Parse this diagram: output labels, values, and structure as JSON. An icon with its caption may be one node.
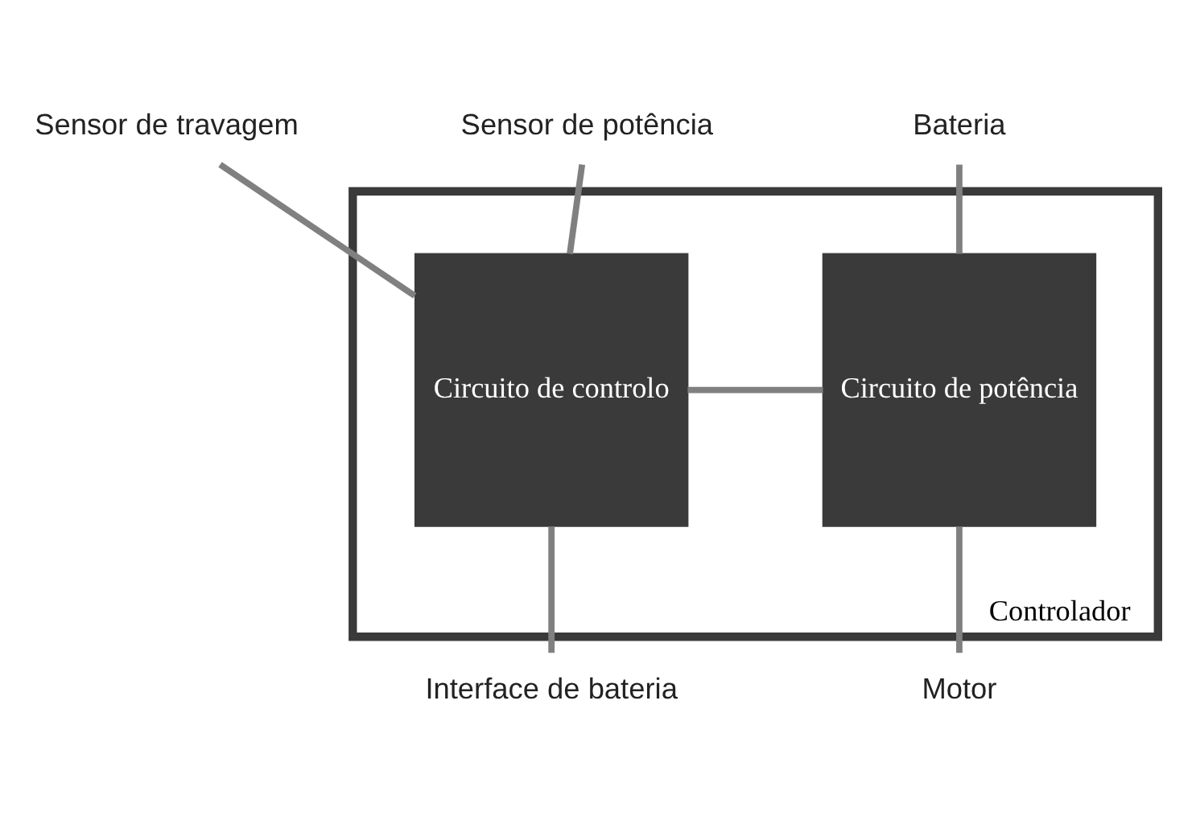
{
  "diagram": {
    "nodes": [
      {
        "text": [
          "Controlador"
        ]
      },
      {
        "text": [
          "Circuito de controlo"
        ],
        "in": 0
      },
      {
        "text": [
          "Circuito de potência"
        ],
        "in": 0
      },
      {
        "text": [
          "Sensor de travagem"
        ]
      },
      {
        "text": [
          "Sensor de potência"
        ]
      },
      {
        "text": [
          "Bateria"
        ]
      },
      {
        "text": [
          "Interface de bateria"
        ]
      },
      {
        "text": [
          "Motor"
        ]
      }
    ],
    "edges": [
      {
        "from": 3,
        "to": 1,
        "arrow": "none"
      },
      {
        "from": 4,
        "to": 1,
        "arrow": "none"
      },
      {
        "from": 5,
        "to": 2,
        "arrow": "none"
      },
      {
        "from": 1,
        "to": 2,
        "arrow": "none"
      },
      {
        "from": 1,
        "to": 6,
        "arrow": "none"
      },
      {
        "from": 2,
        "to": 7,
        "arrow": "none"
      }
    ]
  }
}
